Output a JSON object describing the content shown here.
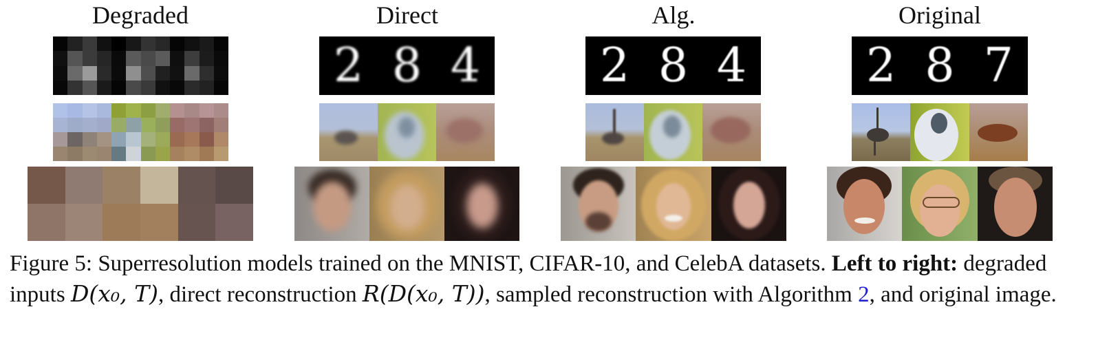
{
  "columns": [
    {
      "label": "Degraded"
    },
    {
      "label": "Direct"
    },
    {
      "label": "Alg."
    },
    {
      "label": "Original"
    }
  ],
  "mnist": {
    "direct_digits": [
      "2",
      "8",
      "4"
    ],
    "alg_digits": [
      "2",
      "8",
      "4"
    ],
    "original_digits": [
      "2",
      "8",
      "7"
    ]
  },
  "caption": {
    "figure_label": "Figure 5:",
    "text_1": "Superresolution models trained on the MNIST, CIFAR-10, and CelebA datasets.",
    "bold_1": "Left to right:",
    "text_2": "degraded inputs",
    "math_1": "D(x₀, T)",
    "text_3": ", direct reconstruction",
    "math_2": "R(D(x₀, T))",
    "text_4": ", sampled reconstruction with Algorithm",
    "ref": "2",
    "text_5": ", and original image."
  },
  "colors": {
    "link": "#1f1fd0",
    "background": "#ffffff"
  }
}
